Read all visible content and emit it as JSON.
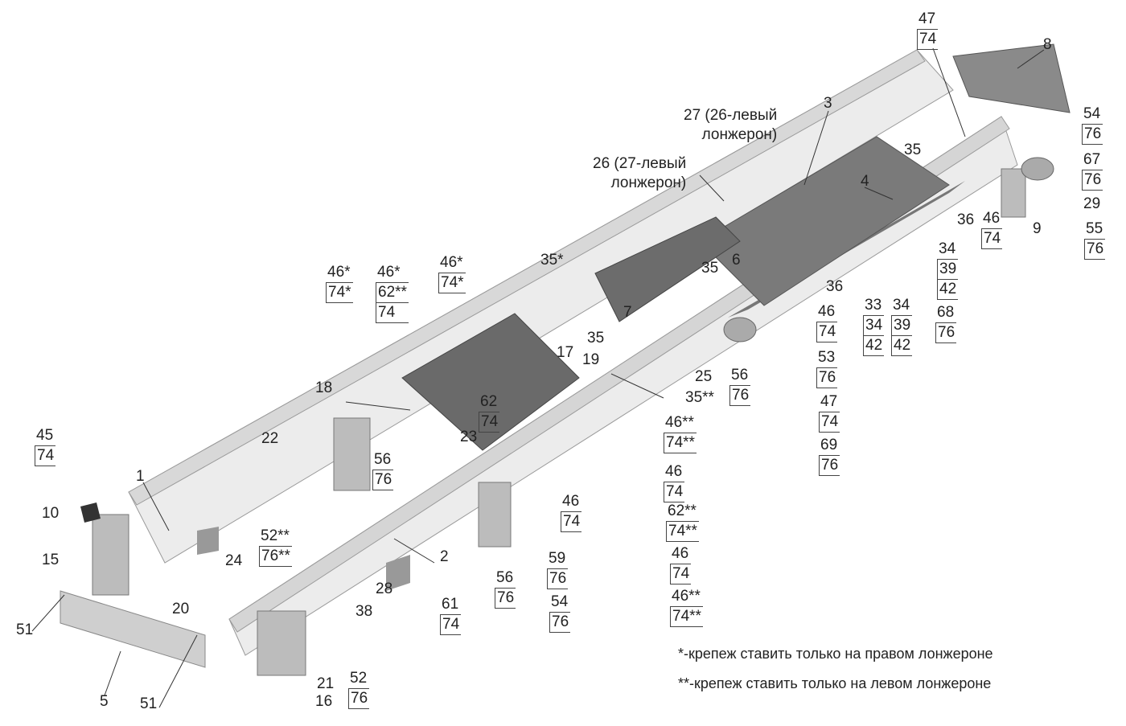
{
  "callouts": [
    {
      "lines": [
        "47",
        "74"
      ]
    },
    {
      "lines": [
        "8"
      ]
    },
    {
      "lines": [
        "54",
        "76"
      ]
    },
    {
      "lines": [
        "3"
      ]
    },
    {
      "lines": [
        "27 (26-левый",
        "лонжерон)"
      ]
    },
    {
      "lines": [
        "35"
      ]
    },
    {
      "lines": [
        "67",
        "76"
      ]
    },
    {
      "lines": [
        "26 (27-левый",
        "лонжерон)"
      ]
    },
    {
      "lines": [
        "4"
      ]
    },
    {
      "lines": [
        "29"
      ]
    },
    {
      "lines": [
        "36"
      ]
    },
    {
      "lines": [
        "46",
        "74"
      ]
    },
    {
      "lines": [
        "9"
      ]
    },
    {
      "lines": [
        "55",
        "76"
      ]
    },
    {
      "lines": [
        "34",
        "39",
        "42"
      ]
    },
    {
      "lines": [
        "35*"
      ]
    },
    {
      "lines": [
        "6"
      ]
    },
    {
      "lines": [
        "35"
      ]
    },
    {
      "lines": [
        "36"
      ]
    },
    {
      "lines": [
        "46*",
        "74*"
      ]
    },
    {
      "lines": [
        "46*",
        "62**",
        "74"
      ]
    },
    {
      "lines": [
        "46*",
        "74*"
      ]
    },
    {
      "lines": [
        "7"
      ]
    },
    {
      "lines": [
        "46",
        "74"
      ]
    },
    {
      "lines": [
        "33",
        "34",
        "42"
      ]
    },
    {
      "lines": [
        "34",
        "39",
        "42"
      ]
    },
    {
      "lines": [
        "68",
        "76"
      ]
    },
    {
      "lines": [
        "35"
      ]
    },
    {
      "lines": [
        "17"
      ]
    },
    {
      "lines": [
        "19"
      ]
    },
    {
      "lines": [
        "53",
        "76"
      ]
    },
    {
      "lines": [
        "25"
      ]
    },
    {
      "lines": [
        "56",
        "76"
      ]
    },
    {
      "lines": [
        "18"
      ]
    },
    {
      "lines": [
        "35**"
      ]
    },
    {
      "lines": [
        "47",
        "74"
      ]
    },
    {
      "lines": [
        "62",
        "74"
      ]
    },
    {
      "lines": [
        "46**",
        "74**"
      ]
    },
    {
      "lines": [
        "22"
      ]
    },
    {
      "lines": [
        "23"
      ]
    },
    {
      "lines": [
        "69",
        "76"
      ]
    },
    {
      "lines": [
        "56",
        "76"
      ]
    },
    {
      "lines": [
        "45",
        "74"
      ]
    },
    {
      "lines": [
        "46",
        "74"
      ]
    },
    {
      "lines": [
        "1"
      ]
    },
    {
      "lines": [
        "46",
        "74"
      ]
    },
    {
      "lines": [
        "62**",
        "74**"
      ]
    },
    {
      "lines": [
        "10"
      ]
    },
    {
      "lines": [
        "52**",
        "76**"
      ]
    },
    {
      "lines": [
        "24"
      ]
    },
    {
      "lines": [
        "59",
        "76"
      ]
    },
    {
      "lines": [
        "2"
      ]
    },
    {
      "lines": [
        "46",
        "74"
      ]
    },
    {
      "lines": [
        "15"
      ]
    },
    {
      "lines": [
        "56",
        "76"
      ]
    },
    {
      "lines": [
        "28"
      ]
    },
    {
      "lines": [
        "54",
        "76"
      ]
    },
    {
      "lines": [
        "61",
        "74"
      ]
    },
    {
      "lines": [
        "46**",
        "74**"
      ]
    },
    {
      "lines": [
        "20"
      ]
    },
    {
      "lines": [
        "38"
      ]
    },
    {
      "lines": [
        "51"
      ]
    },
    {
      "lines": [
        "52",
        "76"
      ]
    },
    {
      "lines": [
        "21"
      ]
    },
    {
      "lines": [
        "5"
      ]
    },
    {
      "lines": [
        "51"
      ]
    },
    {
      "lines": [
        "16"
      ]
    }
  ],
  "notes": {
    "right_rail": "*-крепеж ставить только на правом лонжероне",
    "left_rail": "**-крепеж ставить только на левом лонжероне"
  },
  "colors": {
    "rail": "#e6e6e6",
    "rail_edge": "#9a9a9a",
    "crossmember": "#6f6f6f",
    "text": "#222222"
  }
}
